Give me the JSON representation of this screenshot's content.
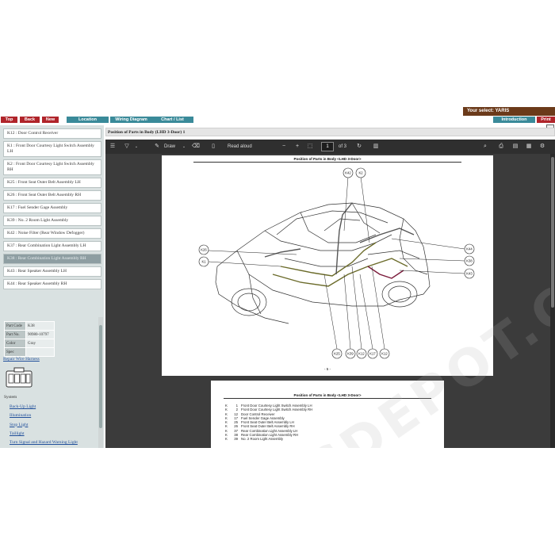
{
  "top": {
    "nav": [
      {
        "label": "Top",
        "color": "#b0242a"
      },
      {
        "label": "Back",
        "color": "#b0242a"
      },
      {
        "label": "New",
        "color": "#b0242a"
      },
      {
        "label": "Location",
        "color": "#3a8a99"
      },
      {
        "label": "Wiring Diagram",
        "color": "#3a8a99"
      },
      {
        "label": "Chart / List",
        "color": "#3a8a99"
      }
    ],
    "select_label": "Your select: YARIS",
    "introduction": "Introduction",
    "print": "Print"
  },
  "components": [
    "K12 : Door Control Receiver",
    "K1 : Front Door Courtesy Light Switch Assembly LH",
    "K2 : Front Door Courtesy Light Switch Assembly RH",
    "K25 : Front Seat Outer Belt Assembly LH",
    "K26 : Front Seat Outer Belt Assembly RH",
    "K17 : Fuel Sender Gage Assembly",
    "K39 : No. 2 Room Light Assembly",
    "K42 : Noise Filter (Rear Window Defogger)",
    "K37 : Rear Combination Light Assembly LH",
    "K38 : Rear Combination Light Assembly RH",
    "K43 : Rear Speaker Assembly LH",
    "K44 : Rear Speaker Assembly RH"
  ],
  "selected_component_index": 9,
  "part_info": {
    "part_code_label": "Part Code",
    "part_code": "K38",
    "part_no_label": "Part No.",
    "part_no": "90980-10797",
    "color_label": "Color",
    "color": "Gray",
    "spec_label": "Spec",
    "spec": ""
  },
  "repair_link": "Repair Wire Harness",
  "system_label": "System",
  "systems": [
    "Back-Up Light",
    "Illumination",
    "Stop Light",
    "Taillight",
    "Turn Signal and Hazard Warning Light"
  ],
  "viewer": {
    "title": "Position of Parts in Body (LHD 3-Door) 1",
    "draw": "Draw",
    "read_aloud": "Read aloud",
    "page_current": "1",
    "page_total": "of 3",
    "minus": "−",
    "plus": "+"
  },
  "pdf": {
    "page1_title": "Position of Parts in Body <LHD 3-Door>",
    "page1_number": "- 5 -",
    "callouts": [
      "K42",
      "K2",
      "K26",
      "K1",
      "K25",
      "K39",
      "K12",
      "K17",
      "K44",
      "K38",
      "K43"
    ],
    "page2_title": "Position of Parts in Body <LHD 3-Door>",
    "page2_rows": [
      [
        "K",
        "1",
        "Front Door Courtesy Light Switch Assembly LH"
      ],
      [
        "K",
        "2",
        "Front Door Courtesy Light Switch Assembly RH"
      ],
      [
        "K",
        "12",
        "Door Control Receiver"
      ],
      [
        "K",
        "17",
        "Fuel Sender Gage Assembly"
      ],
      [
        "K",
        "25",
        "Front Seat Outer Belt Assembly LH"
      ],
      [
        "K",
        "26",
        "Front Seat Outer Belt Assembly RH"
      ],
      [
        "K",
        "37",
        "Rear Combination Light Assembly LH"
      ],
      [
        "K",
        "38",
        "Rear Combination Light Assembly RH"
      ],
      [
        "K",
        "39",
        "No. 2 Room Light Assembly"
      ]
    ]
  },
  "watermark": "EPCDEPOT.COM",
  "icons": {
    "menu": "☰",
    "draw_tool": "✎",
    "eraser": "⌫",
    "text_box": "▯",
    "fit": "⬚",
    "rotate": "↻",
    "sidebar": "▥",
    "search": "⌕",
    "print": "⎙",
    "save": "▤",
    "save_as": "▦",
    "settings": "⚙"
  }
}
